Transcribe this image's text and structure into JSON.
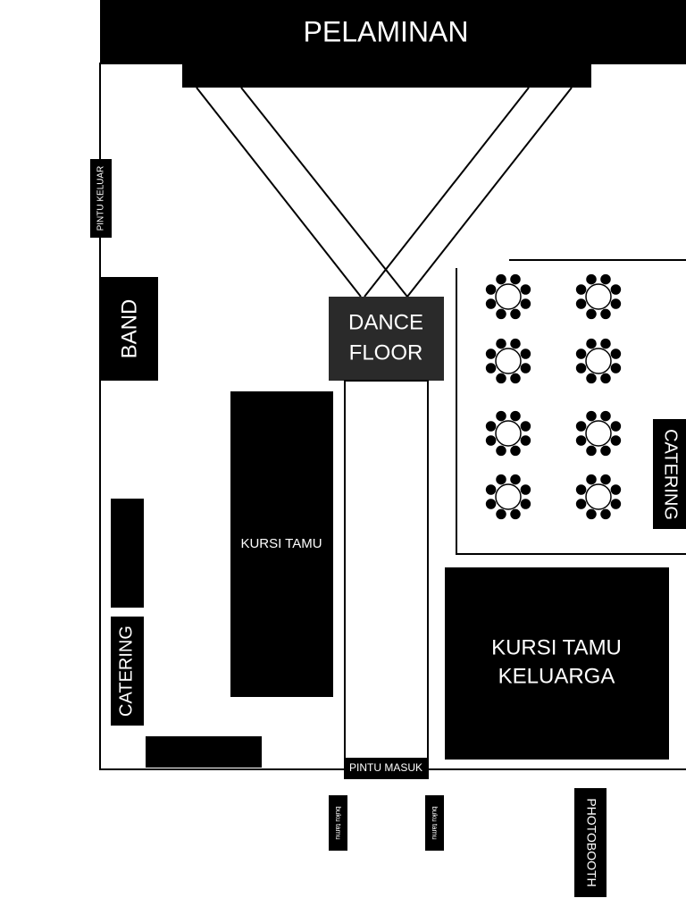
{
  "labels": {
    "pelaminan": "PELAMINAN",
    "pintu_keluar": "PINTU KELUAR",
    "band": "BAND",
    "dance_floor_line1": "DANCE",
    "dance_floor_line2": "FLOOR",
    "kursi_tamu": "KURSI TAMU",
    "catering_left": "CATERING",
    "catering_right": "CATERING",
    "kursi_keluarga_line1": "KURSI TAMU",
    "kursi_keluarga_line2": "KELUARGA",
    "pintu_masuk": "PINTU MASUK",
    "buku_tamu_left": "buku tamu",
    "buku_tamu_right": "buku tamu",
    "photobooth": "PHOTOBOOTH"
  },
  "colors": {
    "block": "#000000",
    "dance_floor": "#2a2a2a",
    "line": "#000000",
    "background": "#ffffff"
  },
  "round_tables": {
    "rows": 4,
    "columns": 2,
    "chairs_per_table": 8
  }
}
